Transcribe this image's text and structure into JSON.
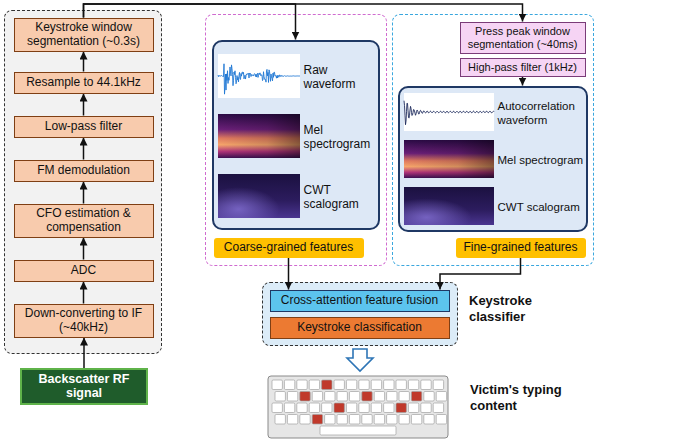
{
  "diagram": {
    "nodes": [
      {
        "text": []
      },
      {
        "text": [
          "Keystroke window segmentation (~0.3s)"
        ],
        "in": 0
      },
      {
        "text": [
          "Resample to 44.1kHz"
        ],
        "in": 0
      },
      {
        "text": [
          "Low-pass filter"
        ],
        "in": 0
      },
      {
        "text": [
          "FM demodulation"
        ],
        "in": 0
      },
      {
        "text": [
          "CFO estimation & compensation"
        ],
        "in": 0
      },
      {
        "text": [
          "ADC"
        ],
        "in": 0
      },
      {
        "text": [
          "Down-converting to IF (~40kHz)"
        ],
        "in": 0
      },
      {
        "text": [
          "Backscatter RF signal"
        ]
      },
      {
        "text": []
      },
      {
        "text": [
          "Raw waveform",
          "Mel spectrogram",
          "CWT scalogram"
        ],
        "in": 9
      },
      {
        "text": [
          "Coarse-grained features"
        ],
        "in": 9
      },
      {
        "text": []
      },
      {
        "text": [
          "Press peak window segmentation (~40ms)"
        ],
        "in": 12
      },
      {
        "text": [
          "High-pass filter (1kHz)"
        ],
        "in": 12
      },
      {
        "text": [
          "Autocorrelation waveform",
          "Mel spectrogram",
          "CWT scalogram"
        ],
        "in": 12
      },
      {
        "text": [
          "Fine-grained features"
        ],
        "in": 12
      },
      {
        "text": [
          "Keystroke classifier"
        ]
      },
      {
        "text": [
          "Cross-attention feature fusion"
        ],
        "in": 17
      },
      {
        "text": [
          "Keystroke classification"
        ],
        "in": 17
      }
    ],
    "edges": [
      {
        "from": 8,
        "to": 7,
        "arrow": "to"
      },
      {
        "from": 7,
        "to": 6,
        "arrow": "to"
      },
      {
        "from": 6,
        "to": 5,
        "arrow": "to"
      },
      {
        "from": 5,
        "to": 4,
        "arrow": "to"
      },
      {
        "from": 4,
        "to": 3,
        "arrow": "to"
      },
      {
        "from": 3,
        "to": 2,
        "arrow": "to"
      },
      {
        "from": 2,
        "to": 1,
        "arrow": "to"
      },
      {
        "from": 1,
        "to": 10,
        "arrow": "to"
      },
      {
        "from": 1,
        "to": 13,
        "arrow": "to"
      },
      {
        "from": 14,
        "to": 15,
        "arrow": "to"
      },
      {
        "from": 11,
        "to": 18,
        "arrow": "to"
      },
      {
        "from": 16,
        "to": 18,
        "arrow": "to"
      }
    ],
    "labels": [
      "Victim's typing content"
    ]
  }
}
